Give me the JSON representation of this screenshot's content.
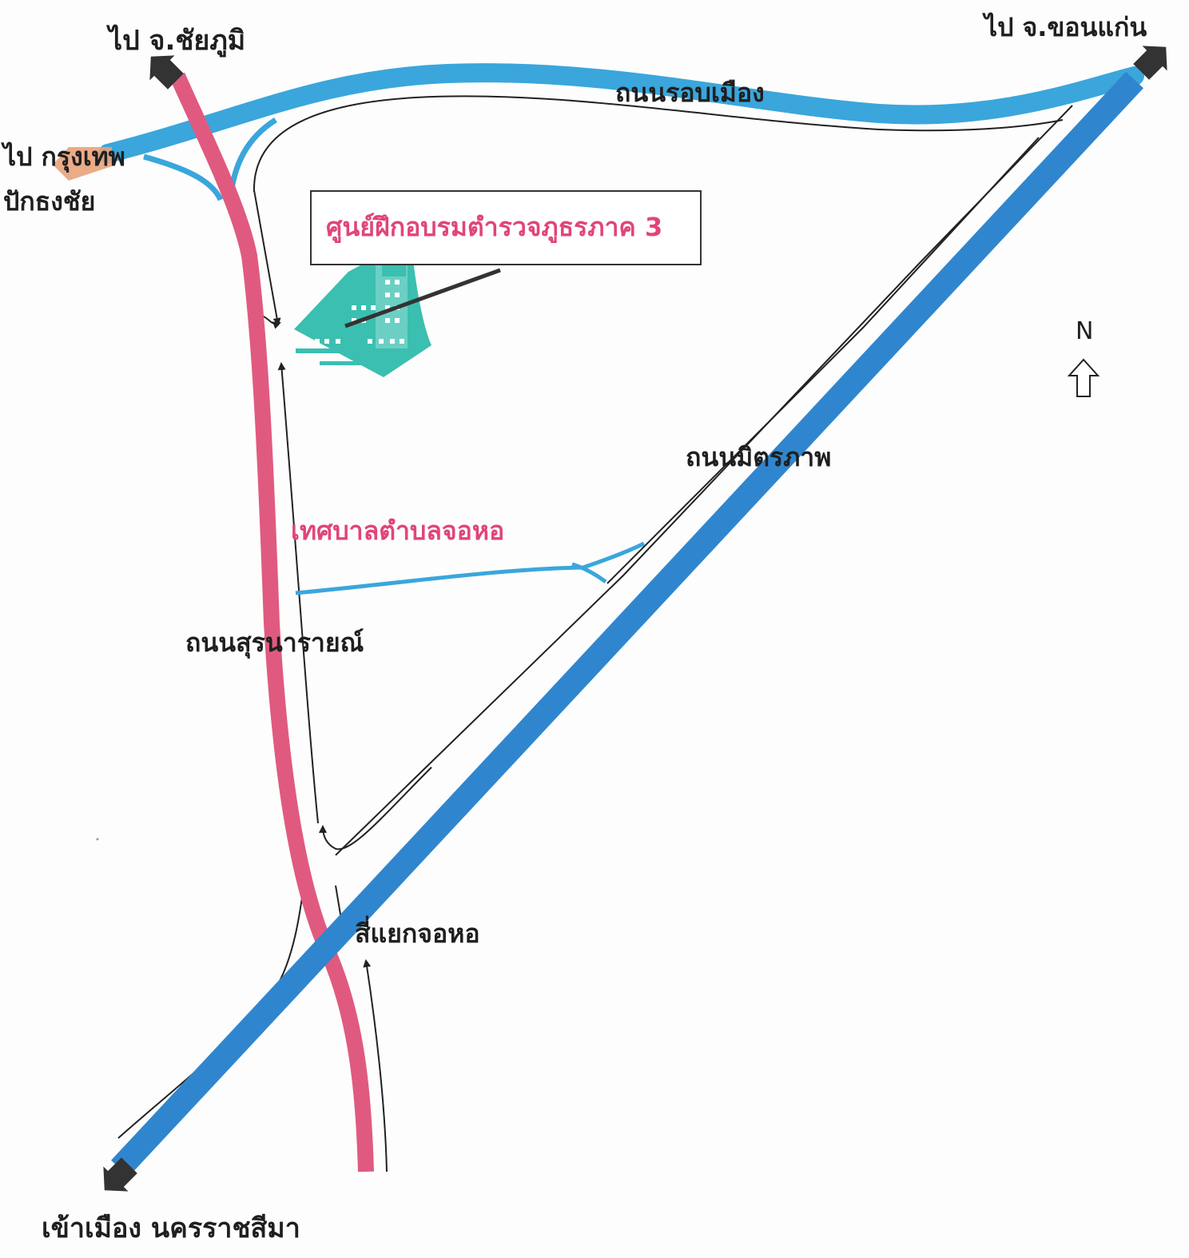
{
  "colors": {
    "ring_road": "#3aa6dc",
    "mittraphap_road": "#2f86cf",
    "suranarai_road": "#e05a80",
    "building": "#3bbfb0",
    "destination_marker": "#3a3a3a",
    "bangkok_marker": "#e8a27a",
    "pink_text": "#e0457a"
  },
  "labels": {
    "to_chaiyaphum": "ไป จ.ชัยภูมิ",
    "to_khon_kaen": "ไป จ.ขอนแก่น",
    "to_bangkok": "ไป กรุงเทพ",
    "pak_thong_chai": "ปักธงชัย",
    "ring_road": "ถนนรอบเมือง",
    "training_center": "ศูนย์ฝึกอบรมตำรวจภูธรภาค 3",
    "north": "N",
    "mittraphap_road": "ถนนมิตรภาพ",
    "jo_ho_municipality": "เทศบาลตำบลจอหอ",
    "suranarai_road": "ถนนสุรนารายณ์",
    "jo_ho_intersection": "สี่แยกจอหอ",
    "to_nakhon_ratchasima": "เข้าเมือง นครราชสีมา"
  },
  "icons": {
    "destination": "direction-arrow-icon",
    "north": "north-arrow-icon",
    "building": "building-icon"
  }
}
